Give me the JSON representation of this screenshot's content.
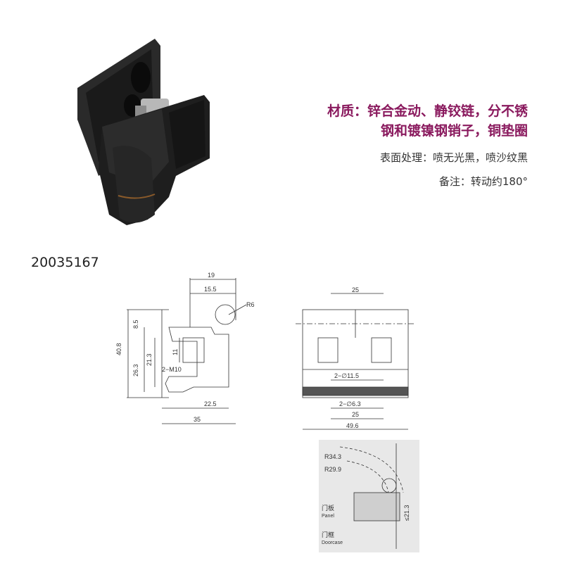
{
  "material": {
    "line1": "材质：锌合金动、静铰链，分不锈",
    "line2": "钢和镀镍钢销子，铜垫圈"
  },
  "surface": "表面处理：喷无光黑，喷沙纹黑",
  "note": "备注：转动约180°",
  "part_number": "20035167",
  "side_view": {
    "dim_19": "19",
    "dim_15_5": "15.5",
    "dim_R6": "R6",
    "dim_8_5": "8.5",
    "dim_40_8": "40.8",
    "dim_11": "11",
    "dim_21_3": "21.3",
    "dim_26_3": "26.3",
    "thread": "2−M10",
    "dim_22_5": "22.5",
    "dim_35": "35"
  },
  "front_view": {
    "dim_25_top": "25",
    "hole_11_5": "2−∅11.5",
    "hole_6_3": "2−∅6.3",
    "dim_25_bottom": "25",
    "dim_49_6": "49.6"
  },
  "install_view": {
    "r34_3": "R34.3",
    "r29_9": "R29.9",
    "panel_cn": "门板",
    "panel_en": "Panel",
    "doorcase_cn": "门框",
    "doorcase_en": "Doorcase",
    "dim_21_3": "≤21.3"
  },
  "colors": {
    "title": "#8a1a5e",
    "product": "#1e1e1e",
    "bronze_line": "#8a5a2a"
  }
}
